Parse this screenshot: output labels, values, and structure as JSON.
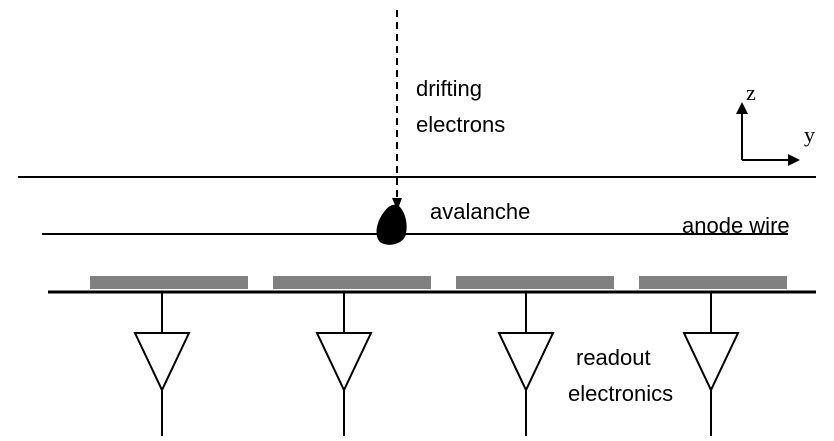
{
  "labels": {
    "drifting_electrons_line1": "drifting",
    "drifting_electrons_line2": "electrons",
    "avalanche": "avalanche",
    "anode_wire": "anode wire",
    "readout_line1": "readout",
    "readout_line2": "electronics"
  },
  "axes": {
    "z": "z",
    "y": "y"
  },
  "colors": {
    "line": "#000000",
    "pad": "#808080",
    "avalanche": "#000000"
  },
  "readout": {
    "pad_count": 4,
    "amplifier_count": 4
  }
}
